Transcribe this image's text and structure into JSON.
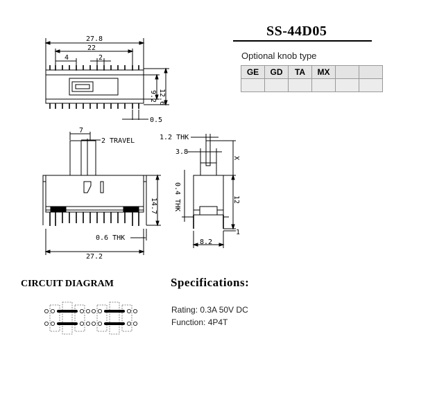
{
  "title": "SS-44D05",
  "optional_knob_label": "Optional knob type",
  "knob_types": [
    "GE",
    "GD",
    "TA",
    "MX",
    "",
    ""
  ],
  "circuit_title": "CIRCUIT DIAGRAM",
  "specifications": {
    "title": "Specifications:",
    "rating": "Rating: 0.3A 50V DC",
    "function": "Function: 4P4T"
  },
  "top_view_dims": {
    "overall_width": "27.8",
    "pin_span": "22",
    "pin_pitch_4": "4",
    "pin_pitch_2": "2",
    "height_inner": "9.2",
    "height_outer": "12.6",
    "pin_dia": "0.5"
  },
  "front_view_dims": {
    "knob_width": "7",
    "travel": "2 TRAVEL",
    "height": "14.7",
    "frame_thk": "0.6 THK",
    "body_width": "27.2"
  },
  "side_view_dims": {
    "knob_thk": "1.2 THK",
    "knob_height": "3.8",
    "x": "X",
    "leg_thk": "0.4 THK",
    "body_height": "12",
    "pin_len": "1",
    "leg_span": "8.2"
  }
}
